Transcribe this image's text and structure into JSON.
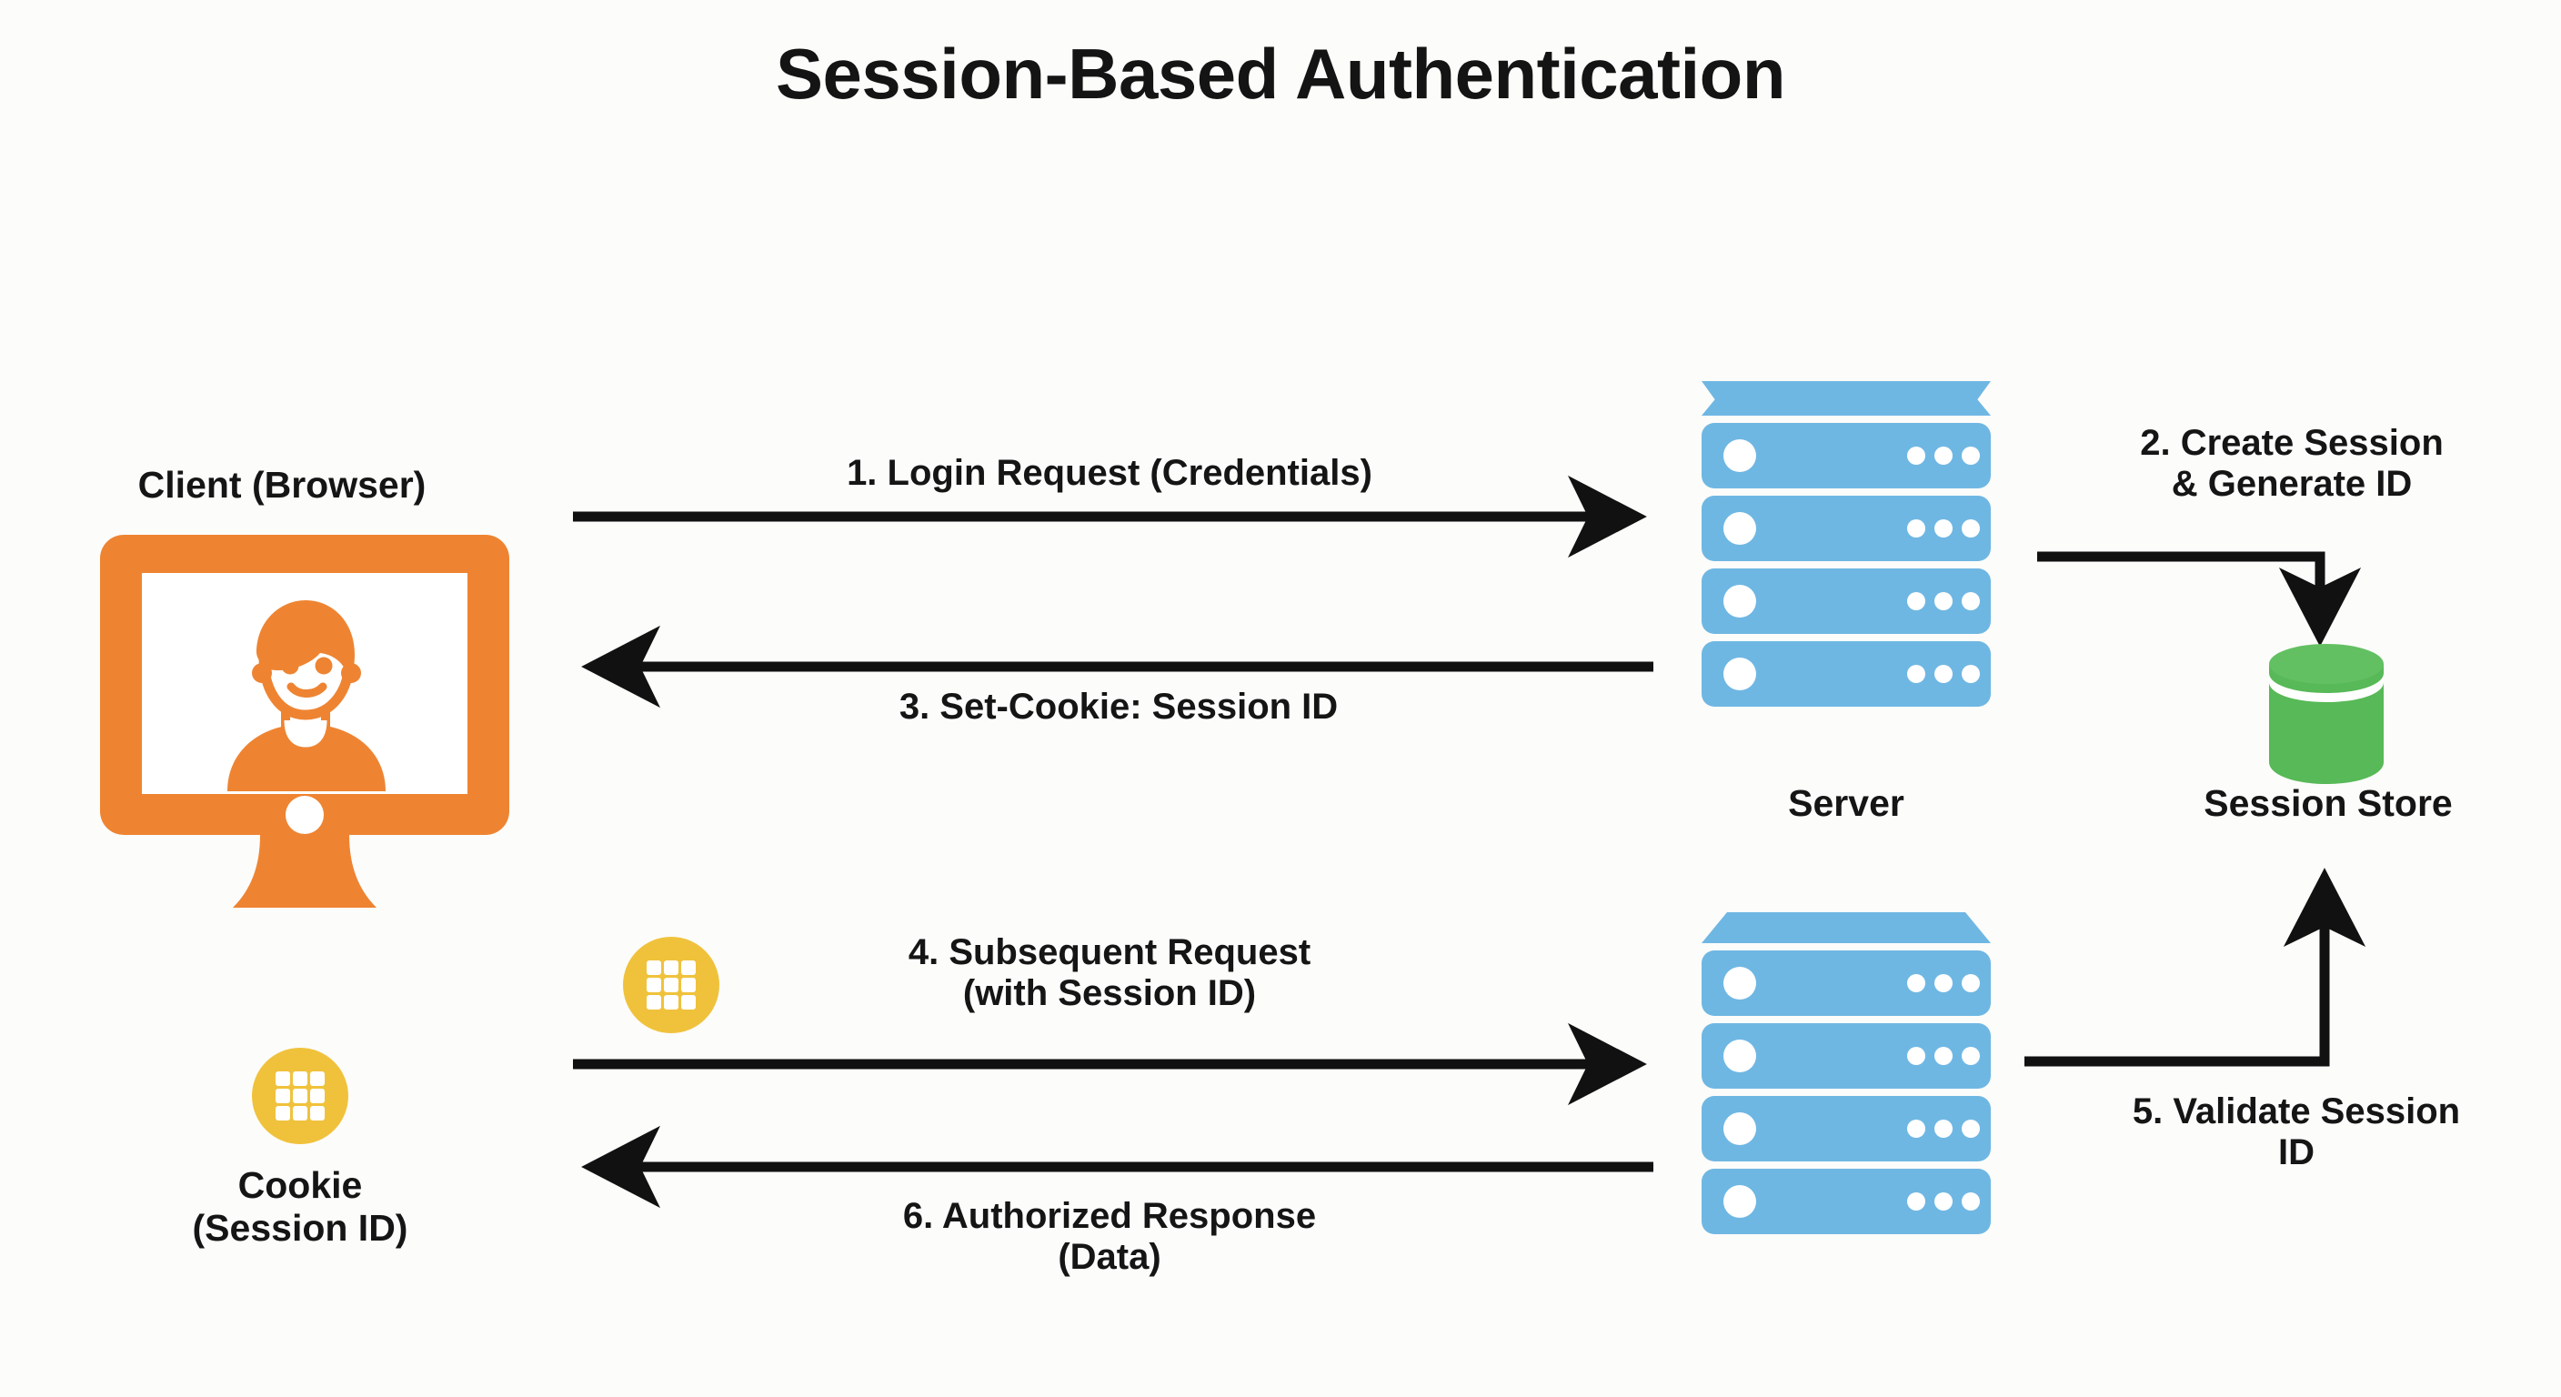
{
  "page": {
    "title": "Session-Based Authentication",
    "background_color": "#FCFCFA",
    "text_color": "#151515"
  },
  "palette": {
    "client_orange": "#EE8432",
    "server_blue": "#6FB7E3",
    "store_green": "#57B957",
    "cookie_yellow": "#F0C23C",
    "arrow_black": "#111111"
  },
  "nodes": {
    "client": {
      "label": "Client (Browser)",
      "icon": "monitor-user-icon",
      "color": "#EE8432"
    },
    "cookie": {
      "label": "Cookie\n(Session ID)",
      "icon": "cookie-icon",
      "color": "#F0C23C"
    },
    "cookie_inflight": {
      "label": "",
      "icon": "cookie-icon",
      "color": "#F0C23C"
    },
    "server_top": {
      "label": "Server",
      "icon": "server-rack-icon",
      "color": "#6FB7E3"
    },
    "server_bottom": {
      "label": "",
      "icon": "server-rack-icon",
      "color": "#6FB7E3"
    },
    "session_store": {
      "label": "Session Store",
      "icon": "database-cylinder-icon",
      "color": "#57B957"
    }
  },
  "steps": [
    {
      "id": 1,
      "label": "1. Login Request (Credentials)",
      "direction": "client-to-server"
    },
    {
      "id": 2,
      "label": "2. Create Session\n& Generate ID",
      "direction": "server-to-store"
    },
    {
      "id": 3,
      "label": "3. Set-Cookie: Session ID",
      "direction": "server-to-client"
    },
    {
      "id": 4,
      "label": "4. Subsequent Request\n(with Session ID)",
      "direction": "client-to-server"
    },
    {
      "id": 5,
      "label": "5. Validate Session\nID",
      "direction": "server-to-store"
    },
    {
      "id": 6,
      "label": "6. Authorized Response\n(Data)",
      "direction": "server-to-client"
    }
  ]
}
